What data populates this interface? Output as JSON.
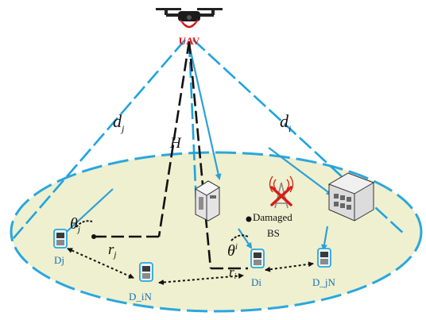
{
  "labels": {
    "uav": "UAV",
    "d_j": "d",
    "d_j_sub": "j",
    "d_i": "d",
    "d_i_sub": "i",
    "height": "H",
    "theta_j": "θ",
    "theta_j_sub": "j",
    "theta_i": "θ",
    "theta_i_sub": "i",
    "r_j": "r",
    "r_j_sub": "j",
    "r_i": "r",
    "r_i_sub": "i",
    "damaged": "Damaged",
    "bs": "BS",
    "device_dj": "Dj",
    "device_di": "Di",
    "device_din": "D_iN",
    "device_djn": "D_jN"
  },
  "colors": {
    "ground_fill": "#eff0cf",
    "ground_edge": "#2aa7dd",
    "beam": "#1fa3df",
    "arrow": "#2f9fd6",
    "dashed_black": "#111111",
    "uav_label": "#e01818",
    "damaged_x": "#d81c1c",
    "device_label": "#1c6fb5"
  },
  "icons": [
    "uav-drone-icon",
    "antenna-icon",
    "damaged-tower-icon",
    "base-station-cabinet-icon",
    "server-rack-icon",
    "phone-icon"
  ]
}
